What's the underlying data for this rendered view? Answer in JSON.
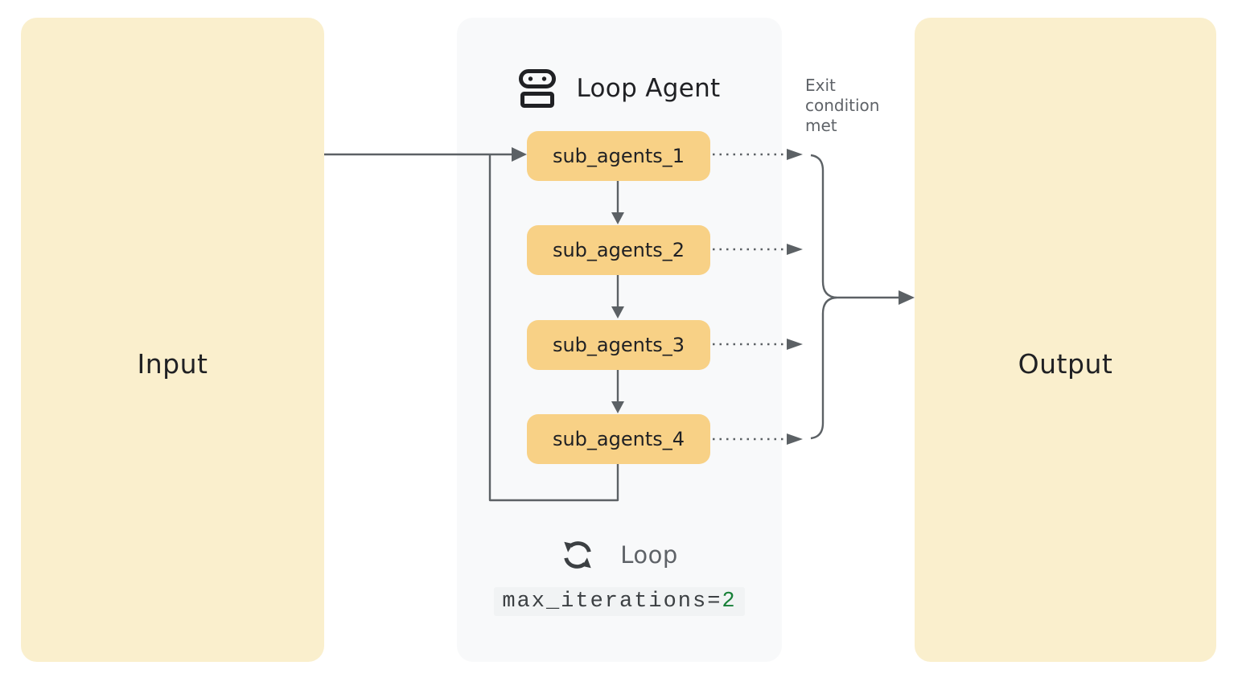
{
  "diagram": {
    "input": {
      "label": "Input"
    },
    "output": {
      "label": "Output"
    },
    "loop_agent": {
      "title": "Loop Agent",
      "sub_agents": [
        {
          "label": "sub_agents_1"
        },
        {
          "label": "sub_agents_2"
        },
        {
          "label": "sub_agents_3"
        },
        {
          "label": "sub_agents_4"
        }
      ],
      "loop": {
        "label": "Loop",
        "code_text": "max_iterations=",
        "code_value": "2"
      }
    },
    "annotations": {
      "exit_condition": "Exit condition met"
    },
    "icons": {
      "header": "robot-agent-icon",
      "footer": "loop-sync-icon"
    },
    "colors": {
      "io_box_fill": "#FAEFCD",
      "agent_box_fill": "#F8D186",
      "panel_fill": "#F8F9FA",
      "connector": "#5C6165",
      "text_dark": "#202124",
      "text_gray": "#5F6368",
      "code_green": "#188038",
      "code_background": "#F1F3F4"
    }
  }
}
